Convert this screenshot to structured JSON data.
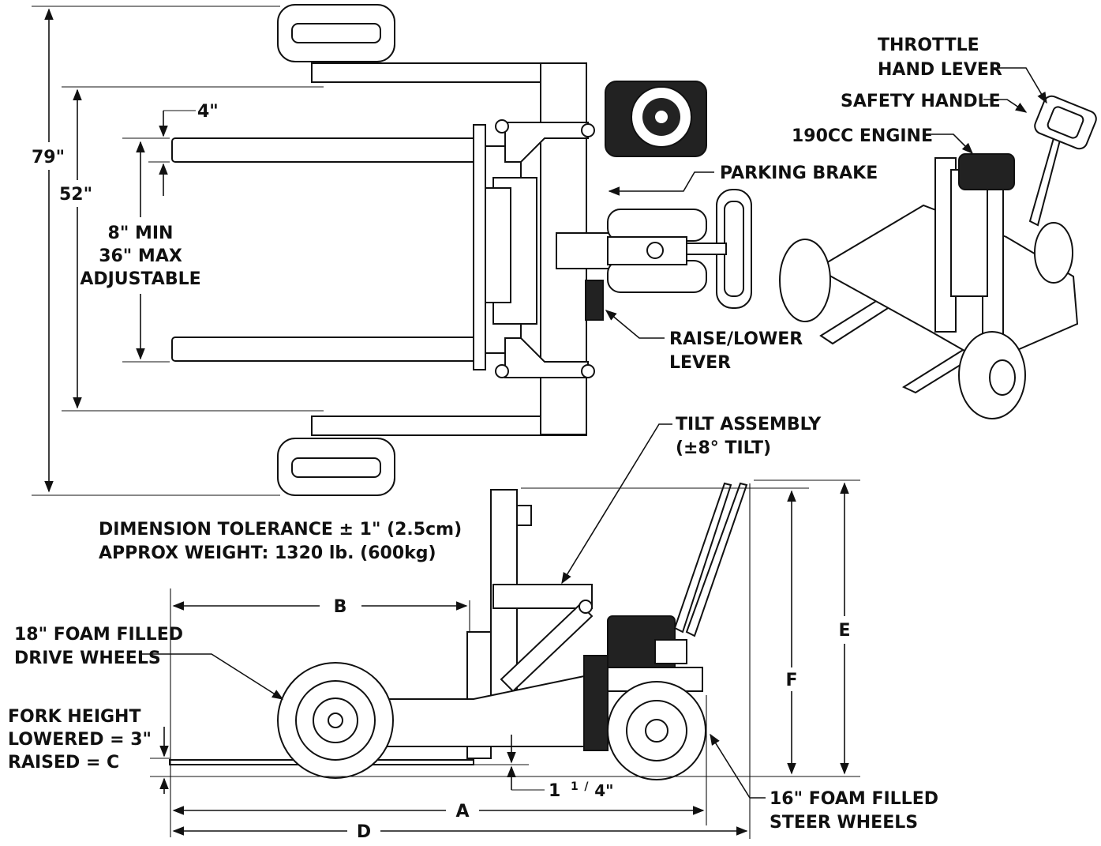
{
  "top_view": {
    "overall_width": "79\"",
    "wheel_track": "52\"",
    "fork_width": "4\"",
    "fork_spacing": [
      "8\" MIN",
      "36\" MAX",
      "ADJUSTABLE"
    ]
  },
  "callouts": {
    "parking_brake": "PARKING BRAKE",
    "raise_lower": [
      "RAISE/LOWER",
      "LEVER"
    ],
    "throttle": [
      "THROTTLE",
      "HAND LEVER"
    ],
    "safety_handle": "SAFETY HANDLE",
    "engine": "190CC ENGINE",
    "tilt": [
      "TILT ASSEMBLY",
      "(±8° TILT)"
    ],
    "drive_wheels": [
      "18\" FOAM FILLED",
      "DRIVE WHEELS"
    ],
    "steer_wheels": [
      "16\" FOAM FILLED",
      "STEER WHEELS"
    ],
    "fork_height": [
      "FORK HEIGHT",
      "LOWERED = 3\"",
      "RAISED = C"
    ]
  },
  "notes": {
    "tolerance": "DIMENSION TOLERANCE ± 1\"  (2.5cm)",
    "weight": "APPROX WEIGHT: 1320 lb.  (600kg)"
  },
  "side_view": {
    "dim_a": "A",
    "dim_b": "B",
    "dim_d": "D",
    "dim_e": "E",
    "dim_f": "F",
    "clearance_whole": "1",
    "clearance_num": "1",
    "clearance_den": "4\""
  }
}
